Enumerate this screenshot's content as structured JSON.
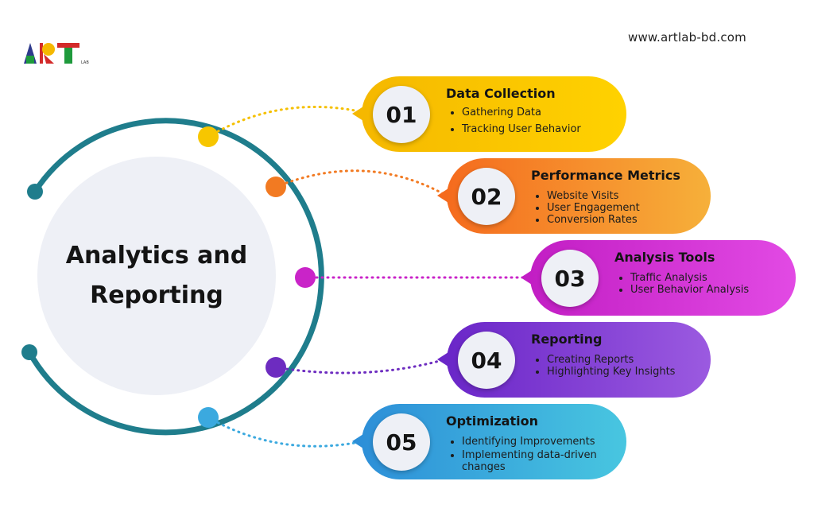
{
  "header": {
    "logo_text": "ART LAB",
    "website": "www.artlab-bd.com"
  },
  "center": {
    "title": "Analytics and Reporting"
  },
  "steps": [
    {
      "number": "01",
      "title": "Data Collection",
      "bullets": [
        "Gathering Data",
        "Tracking User Behavior"
      ],
      "color": "#f5b800",
      "dot_color": "#f7c600"
    },
    {
      "number": "02",
      "title": "Performance Metrics",
      "bullets": [
        "Website Visits",
        "User Engagement",
        "Conversion Rates"
      ],
      "color": "#f56b1e",
      "dot_color": "#f27a22"
    },
    {
      "number": "03",
      "title": "Analysis Tools",
      "bullets": [
        "Traffic Analysis",
        "User Behavior Analysis"
      ],
      "color": "#c21ec4",
      "dot_color": "#c924c8"
    },
    {
      "number": "04",
      "title": "Reporting",
      "bullets": [
        "Creating Reports",
        "Highlighting Key Insights"
      ],
      "color": "#6a26c8",
      "dot_color": "#6d2cc0"
    },
    {
      "number": "05",
      "title": "Optimization",
      "bullets": [
        "Identifying Improvements",
        "Implementing data-driven changes"
      ],
      "color": "#2d8fd8",
      "dot_color": "#3ba9df"
    }
  ],
  "colors": {
    "ring": "#1f7d8c",
    "circle_fill": "#eef0f6"
  }
}
